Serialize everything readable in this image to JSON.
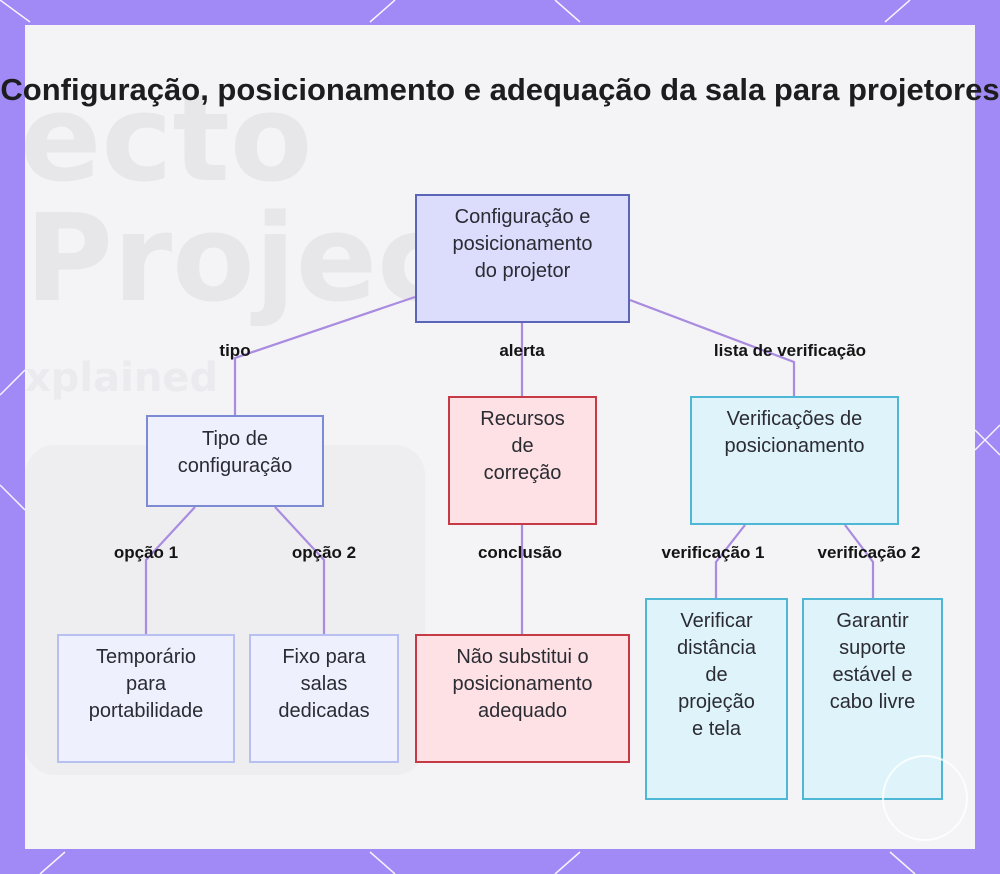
{
  "title": "Configuração, posicionamento e adequação da sala para projetores",
  "colors": {
    "frame": "#a18af5",
    "panel": "#f4f3f5",
    "edge": "#a98be0",
    "root_border": "#5a65b8",
    "alert_border": "#c63a46",
    "check_border": "#4fb7d6"
  },
  "nodes": {
    "root": "Configuração e\nposicionamento\ndo projetor",
    "tipo": "Tipo de\nconfiguração",
    "recursos": "Recursos\nde\ncorreção",
    "verificacoes": "Verificações de\nposicionamento",
    "temporario": "Temporário\npara\nportabilidade",
    "fixo": "Fixo para\nsalas\ndedicadas",
    "nao_substitui": "Não substitui o\nposicionamento\nadequado",
    "verificar_distancia": "Verificar\ndistância\nde\nprojeção\ne tela",
    "garantir_suporte": "Garantir\nsuporte\nestável e\ncabo livre"
  },
  "edges": {
    "tipo": "tipo",
    "alerta": "alerta",
    "lista": "lista de verificação",
    "opcao1": "opção 1",
    "opcao2": "opção 2",
    "conclusao": "conclusão",
    "verificacao1": "verificação 1",
    "verificacao2": "verificação 2"
  }
}
